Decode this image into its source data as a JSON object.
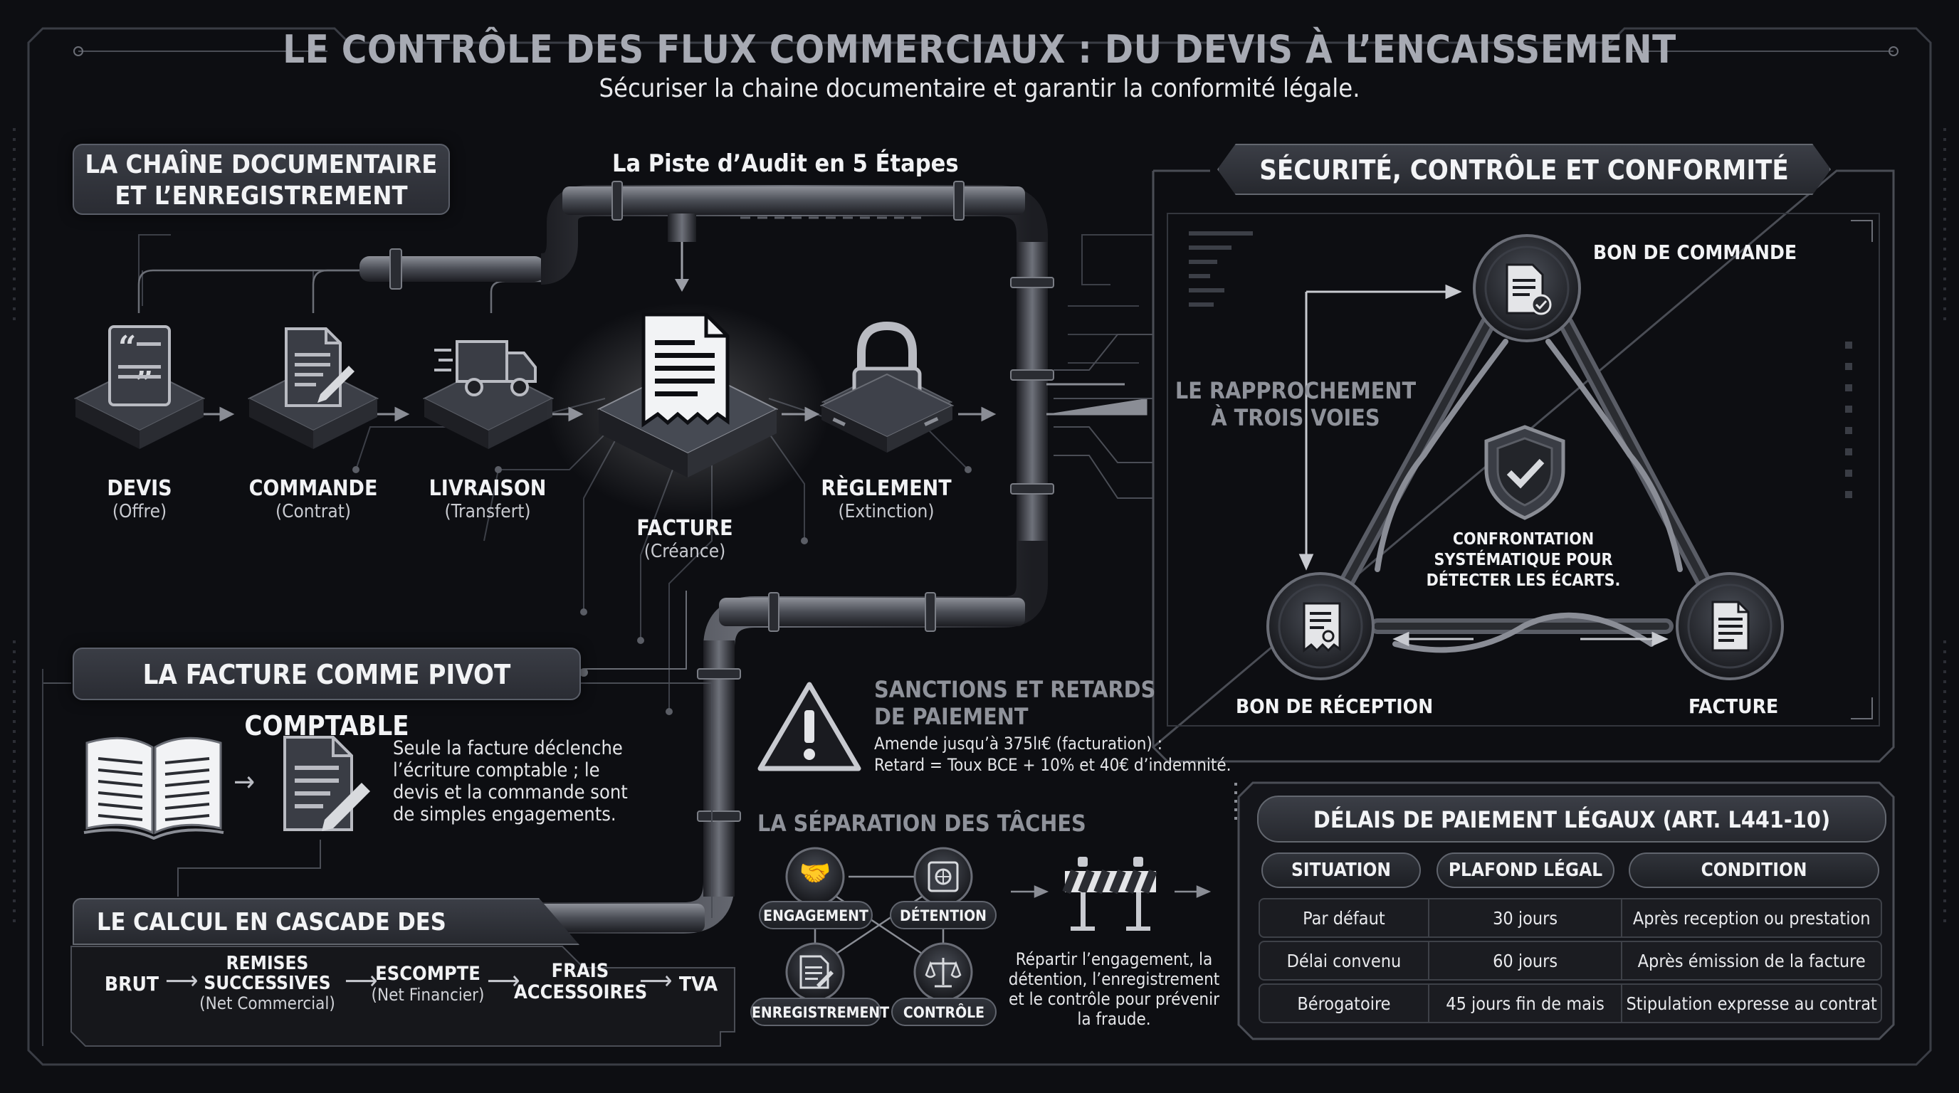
{
  "title": "LE CONTRÔLE DES FLUX COMMERCIAUX : DU DEVIS À L’ENCAISSEMENT",
  "subtitle": "Sécuriser la chaine documentaire et garantir la conformité légale.",
  "chain": {
    "header": [
      "LA CHAÎNE DOCUMENTAIRE",
      "ET L’ENREGISTREMENT"
    ],
    "audit_title": "La Piste d’Audit en 5 Étapes",
    "steps": [
      {
        "label": "DEVIS",
        "sub": "(Offre)",
        "icon": "quote-document-icon"
      },
      {
        "label": "COMMANDE",
        "sub": "(Contrat)",
        "icon": "signed-document-icon"
      },
      {
        "label": "LIVRAISON",
        "sub": "(Transfert)",
        "icon": "delivery-truck-icon"
      },
      {
        "label": "FACTURE",
        "sub": "(Créance)",
        "icon": "invoice-receipt-icon"
      },
      {
        "label": "RÈGLEMENT",
        "sub": "(Extinction)",
        "icon": "padlock-check-icon"
      }
    ]
  },
  "pivot": {
    "header": "LA FACTURE COMME PIVOT COMPTABLE",
    "text": [
      "Seule la facture déclenche",
      "l’écriture comptable ; le",
      "devis et la commande sont",
      "de simples engagements."
    ]
  },
  "cascade": {
    "header": "LE CALCUL EN CASCADE DES RÉDUCTIONS",
    "items": [
      {
        "lines": [
          "BRUT"
        ],
        "sub": ""
      },
      {
        "lines": [
          "REMISES",
          "SUCCESSIVES"
        ],
        "sub": "(Net Commercial)"
      },
      {
        "lines": [
          "ESCOMPTE"
        ],
        "sub": "(Net Financier)"
      },
      {
        "lines": [
          "FRAIS",
          "ACCESSOIRES"
        ],
        "sub": ""
      },
      {
        "lines": [
          "TVA"
        ],
        "sub": ""
      }
    ]
  },
  "sanctions": {
    "title": [
      "SANCTIONS ET RETARDS",
      "DE PAIEMENT"
    ],
    "lines": [
      "Amende jusqu’à 375lı€ (facturation) :",
      "Retard = Toux BCE + 10% et 40€ d’indemnité."
    ]
  },
  "separation": {
    "title": "LA SÉPARATION DES TÂCHES",
    "roles": [
      {
        "label": "ENGAGEMENT",
        "icon": "handshake-icon"
      },
      {
        "label": "DÉTENTION",
        "icon": "safe-icon"
      },
      {
        "label": "ENREGISTREMENT",
        "icon": "ledger-icon"
      },
      {
        "label": "CONTRÔLE",
        "icon": "scales-icon"
      }
    ],
    "text": [
      "Répartir l’engagement, la",
      "détention, l’enregistrement",
      "et le contrôle pour prévenir",
      "la fraude."
    ]
  },
  "security": {
    "header": "SÉCURITÉ, CONTRÔLE ET CONFORMITÉ LÉGALE",
    "triangle_title": [
      "LE RAPPROCHEMENT",
      "À TROIS VOIES"
    ],
    "nodes": [
      "BON DE COMMANDE",
      "BON DE RÉCEPTION",
      "FACTURE"
    ],
    "center": [
      "CONFRONTATION",
      "SYSTÉMATIQUE POUR",
      "DÉTECTER LES ÉCARTS."
    ]
  },
  "delays": {
    "header": "DÉLAIS DE PAIEMENT LÉGAUX (ART. L441-10)",
    "columns": [
      "SITUATION",
      "PLAFOND LÉGAL",
      "CONDITION"
    ],
    "rows": [
      [
        "Par défaut",
        "30 jours",
        "Après reception ou prestation"
      ],
      [
        "Délai convenu",
        "60 jours",
        "Après émission de la facture"
      ],
      [
        "Bérogatoire",
        "45 jours fin de mais",
        "Stipulation expresse au contrat"
      ]
    ]
  },
  "colors": {
    "background": "#0d0e12",
    "panel": "#2a2c33",
    "border": "#5a5e68",
    "accent": "#e6e7ea"
  }
}
